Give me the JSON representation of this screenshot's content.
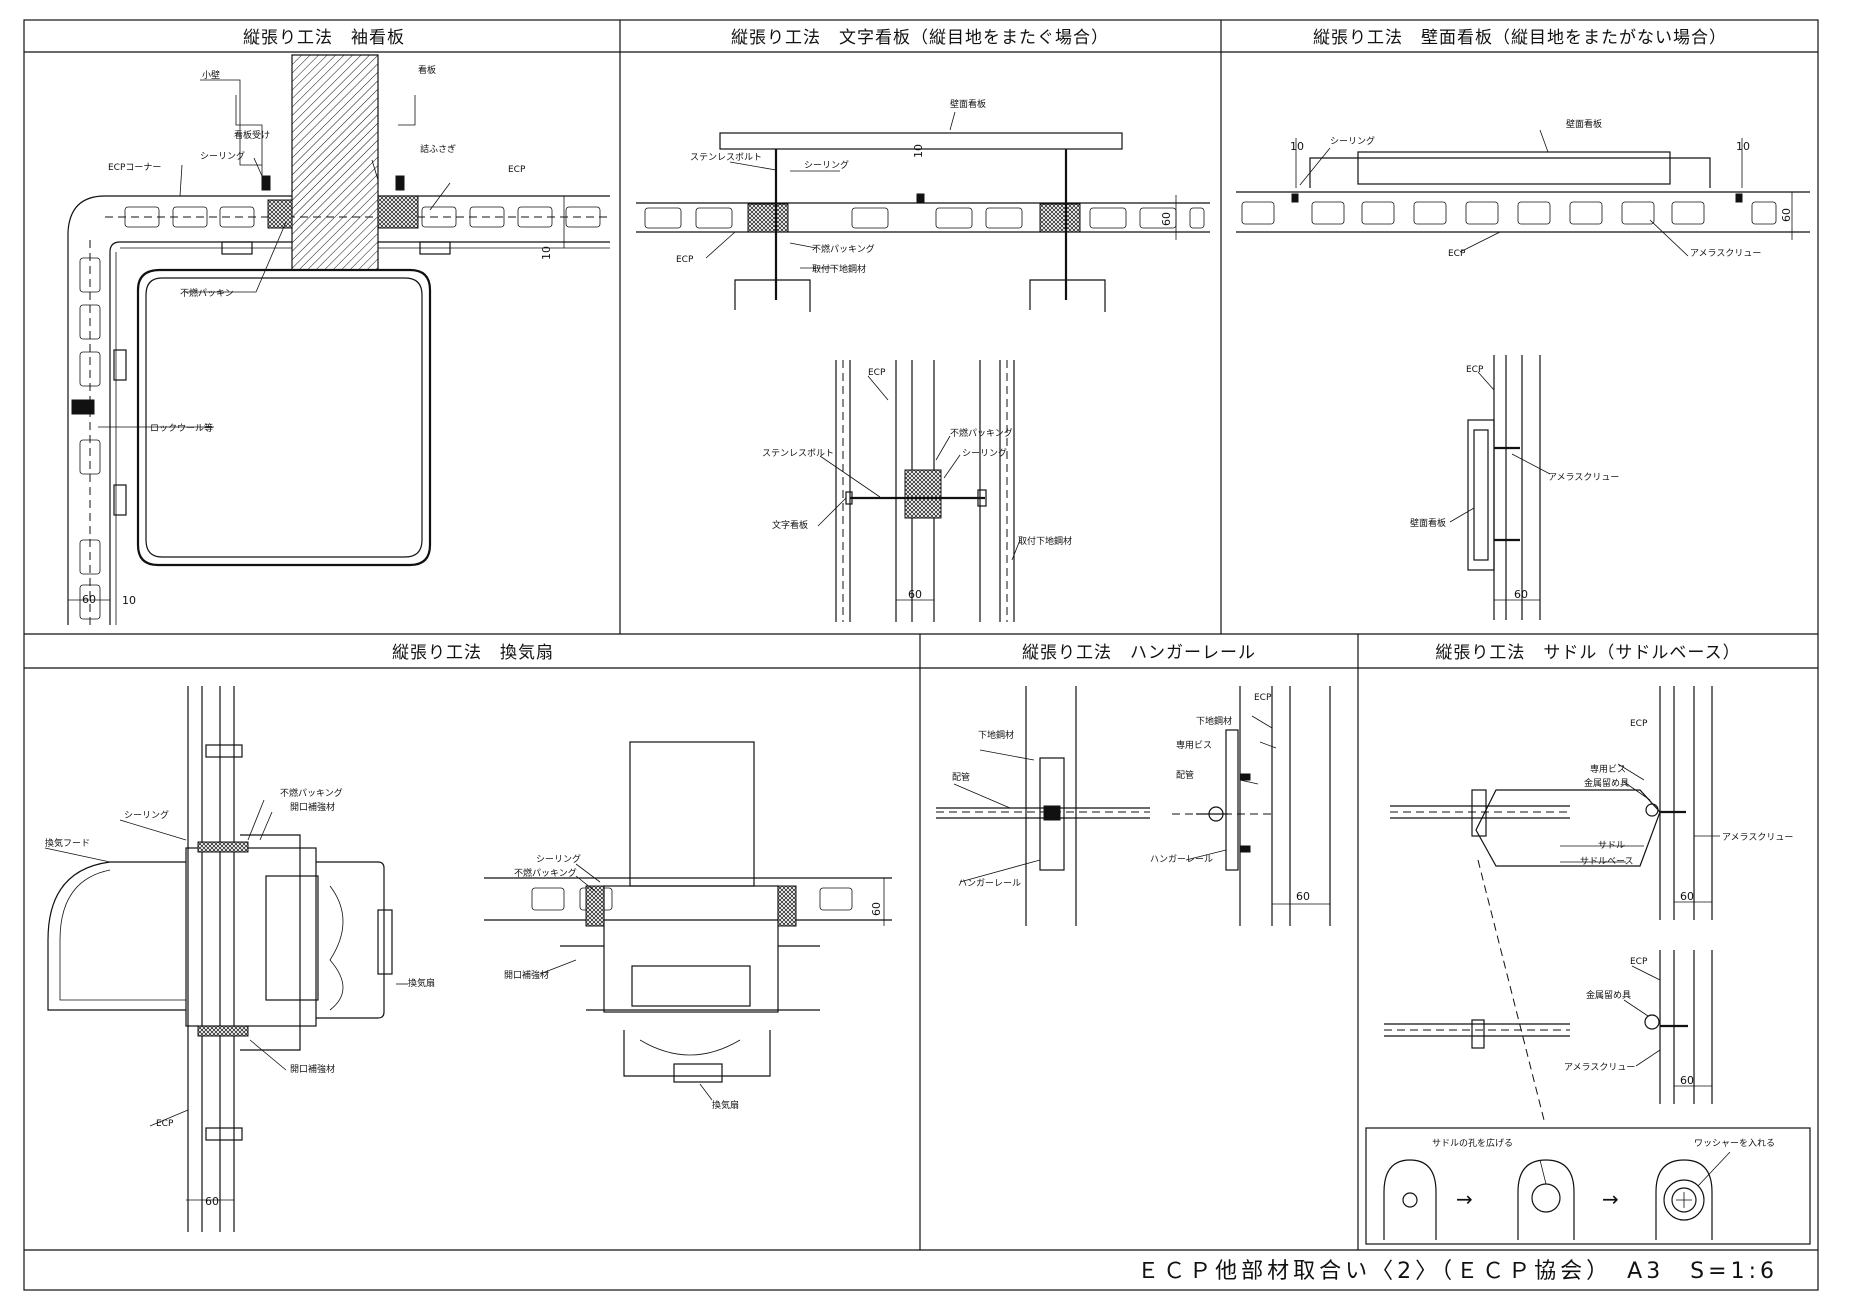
{
  "panels": {
    "p1": {
      "title": "縦張り工法　袖看板"
    },
    "p2": {
      "title": "縦張り工法　文字看板（縦目地をまたぐ場合）"
    },
    "p3": {
      "title": "縦張り工法　壁面看板（縦目地をまたがない場合）"
    },
    "p4": {
      "title": "縦張り工法　換気扇"
    },
    "p5": {
      "title": "縦張り工法　ハンガーレール"
    },
    "p6": {
      "title": "縦張り工法　サドル（サドルベース）"
    }
  },
  "labels": {
    "p1": {
      "small_wall": "小壁",
      "signboard": "看板",
      "signboard_support": "看板受け",
      "sealing": "シーリング",
      "ecp_corner": "ECPコーナー",
      "seal_plug": "詰ふさぎ",
      "ecp": "ECP",
      "packing": "不燃パッキン",
      "rockwool": "ロックウール等",
      "dim_60": "60",
      "dim_10_a": "10",
      "dim_10_b": "10"
    },
    "p2": {
      "wall_sign": "壁面看板",
      "sus_bolt": "ステンレスボルト",
      "sealing": "シーリング",
      "ecp": "ECP",
      "packing": "不燃パッキング",
      "sub_steel": "取付下地鋼材",
      "dim_10": "10",
      "dim_60": "60",
      "ecp_b": "ECP",
      "packing_b": "不燃パッキング",
      "sealing_b": "シーリング",
      "sus_bolt_b": "ステンレスボルト",
      "char_sign": "文字看板",
      "sub_steel_b": "取付下地鋼材",
      "dim_60_b": "60"
    },
    "p3": {
      "sealing": "シーリング",
      "wall_sign": "壁面看板",
      "dim_10_a": "10",
      "dim_10_b": "10",
      "ecp": "ECP",
      "anchor_screw": "アメラスクリュー",
      "dim_60": "60",
      "ecp_b": "ECP",
      "anchor_screw_b": "アメラスクリュー",
      "wall_sign_b": "壁面看板",
      "dim_60_b": "60"
    },
    "p4": {
      "packing": "不燃パッキング",
      "opening_reinf": "開口補強材",
      "sealing": "シーリング",
      "hood": "換気フード",
      "fan": "換気扇",
      "opening_reinf_b": "開口補強材",
      "ecp": "ECP",
      "dim_60": "60",
      "sealing_b": "シーリング",
      "packing_b": "不燃パッキング",
      "opening_reinf_c": "開口補強材",
      "fan_b": "換気扇",
      "dim_60_b": "60"
    },
    "p5": {
      "sub_steel": "下地鋼材",
      "pipe": "配管",
      "hanger_rail": "ハンガーレール",
      "ecp": "ECP",
      "sub_steel_b": "下地鋼材",
      "screw": "専用ビス",
      "pipe_b": "配管",
      "hanger_rail_b": "ハンガーレール",
      "dim_60": "60"
    },
    "p6": {
      "ecp": "ECP",
      "screw": "専用ビス",
      "metal_clip": "金属留め具",
      "anchor_screw": "アメラスクリュー",
      "saddle": "サドル",
      "saddle_base": "サドルベース",
      "dim_60": "60",
      "ecp_b": "ECP",
      "metal_clip_b": "金属留め具",
      "anchor_screw_b": "アメラスクリュー",
      "dim_60_b": "60",
      "widen_hole": "サドルの孔を広げる",
      "add_washer": "ワッシャーを入れる",
      "arrow1": "→",
      "arrow2": "→"
    }
  },
  "footer": {
    "text": "ＥＣＰ他部材取合い〈2〉（ＥＣＰ協会）　A3　S=1:6"
  }
}
